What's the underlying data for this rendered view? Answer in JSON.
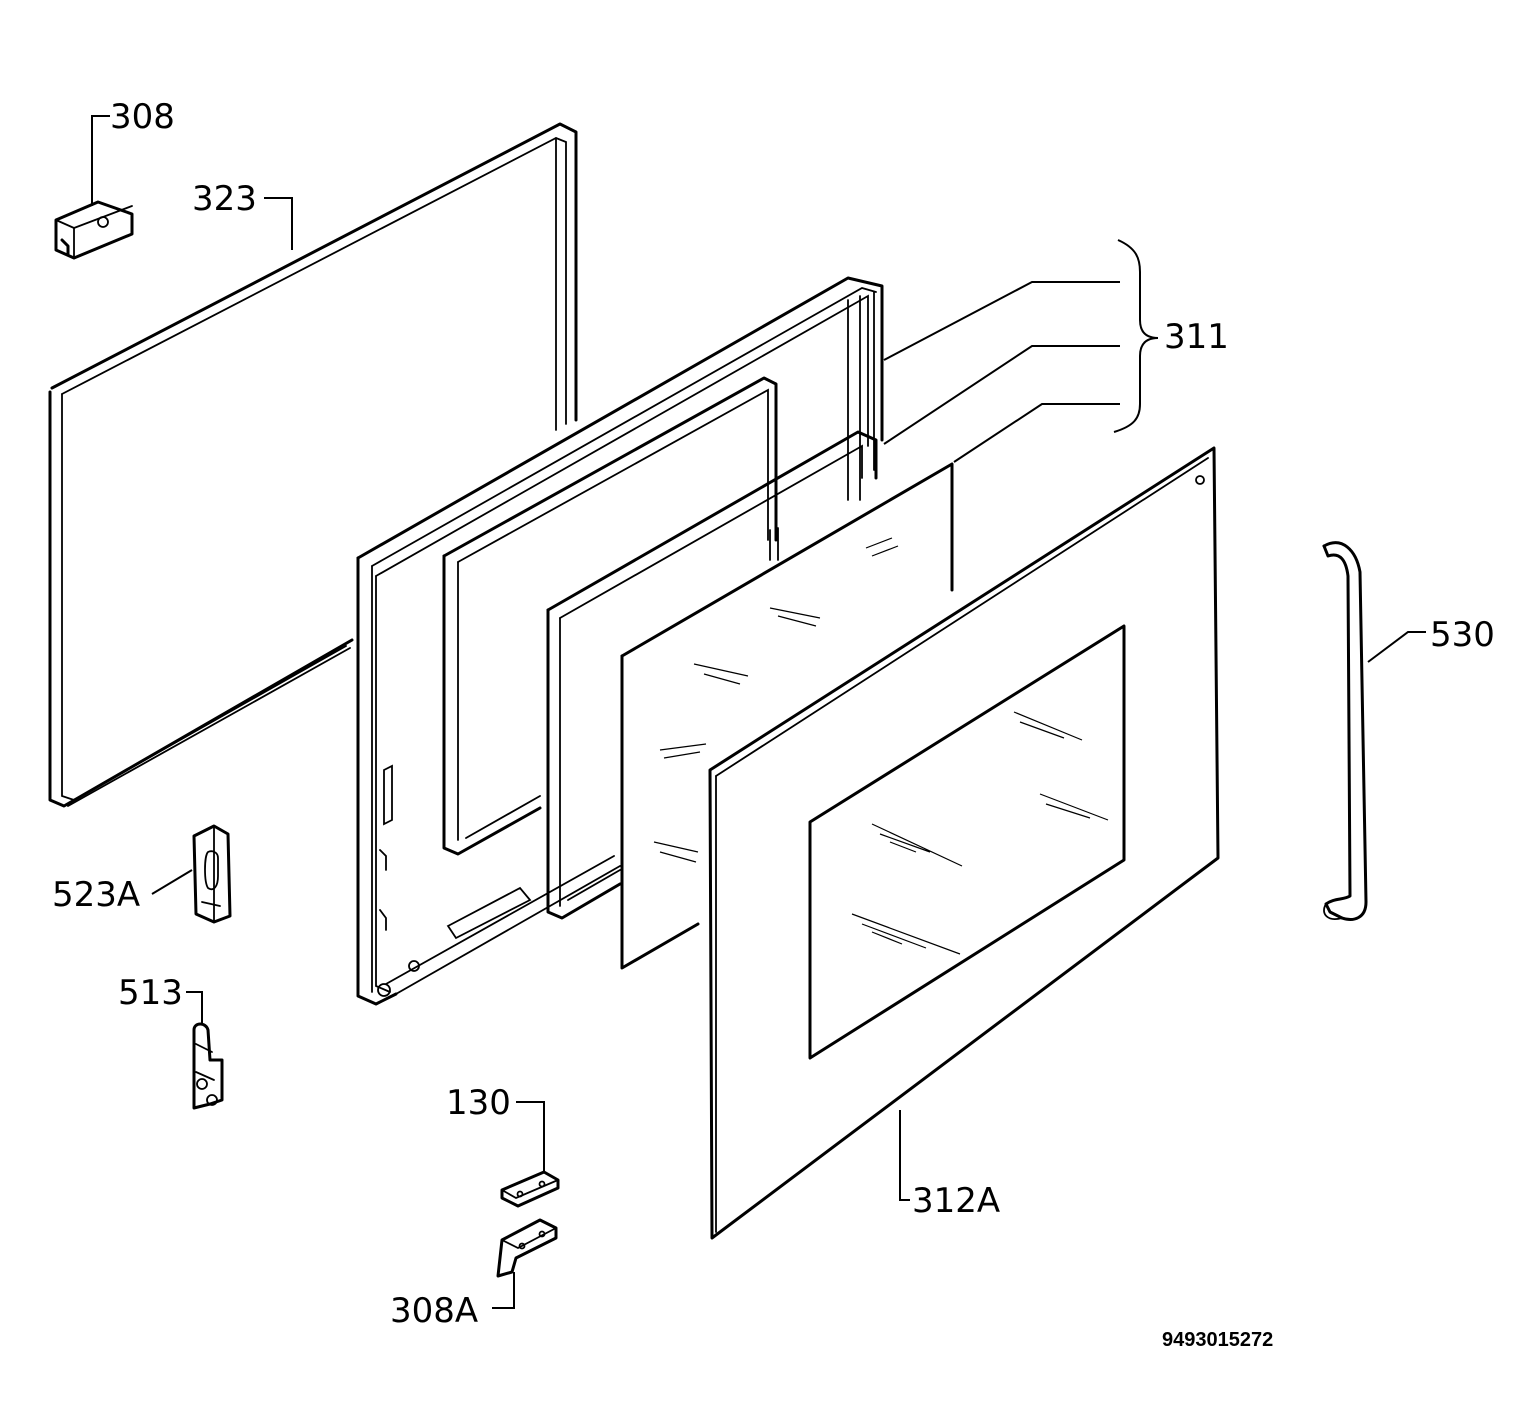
{
  "labels": {
    "l308": "308",
    "l323": "323",
    "l311": "311",
    "l530": "530",
    "l523a": "523A",
    "l513": "513",
    "l130": "130",
    "l312a": "312A",
    "l308a": "308A"
  },
  "document_code": "9493015272"
}
